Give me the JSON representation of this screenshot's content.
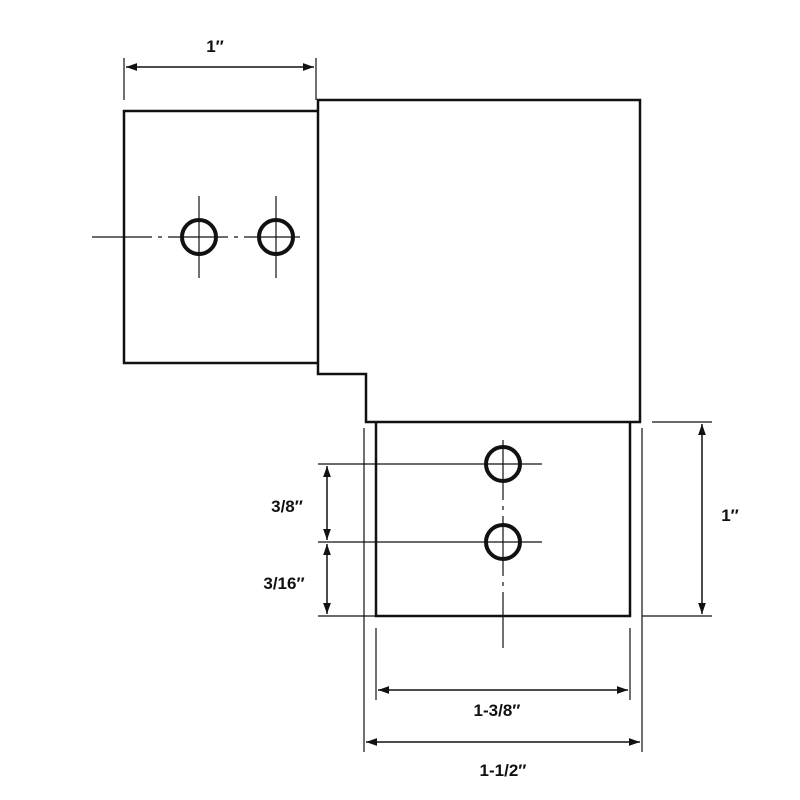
{
  "diagram": {
    "colors": {
      "line": "#111111",
      "background": "#ffffff"
    },
    "dimensions": {
      "top_width": "1″",
      "hole_spacing": "3/8″",
      "hole_edge": "3/16″",
      "leg_height": "1″",
      "inner_width": "1-3/8″",
      "outer_width": "1-1/2″"
    }
  }
}
